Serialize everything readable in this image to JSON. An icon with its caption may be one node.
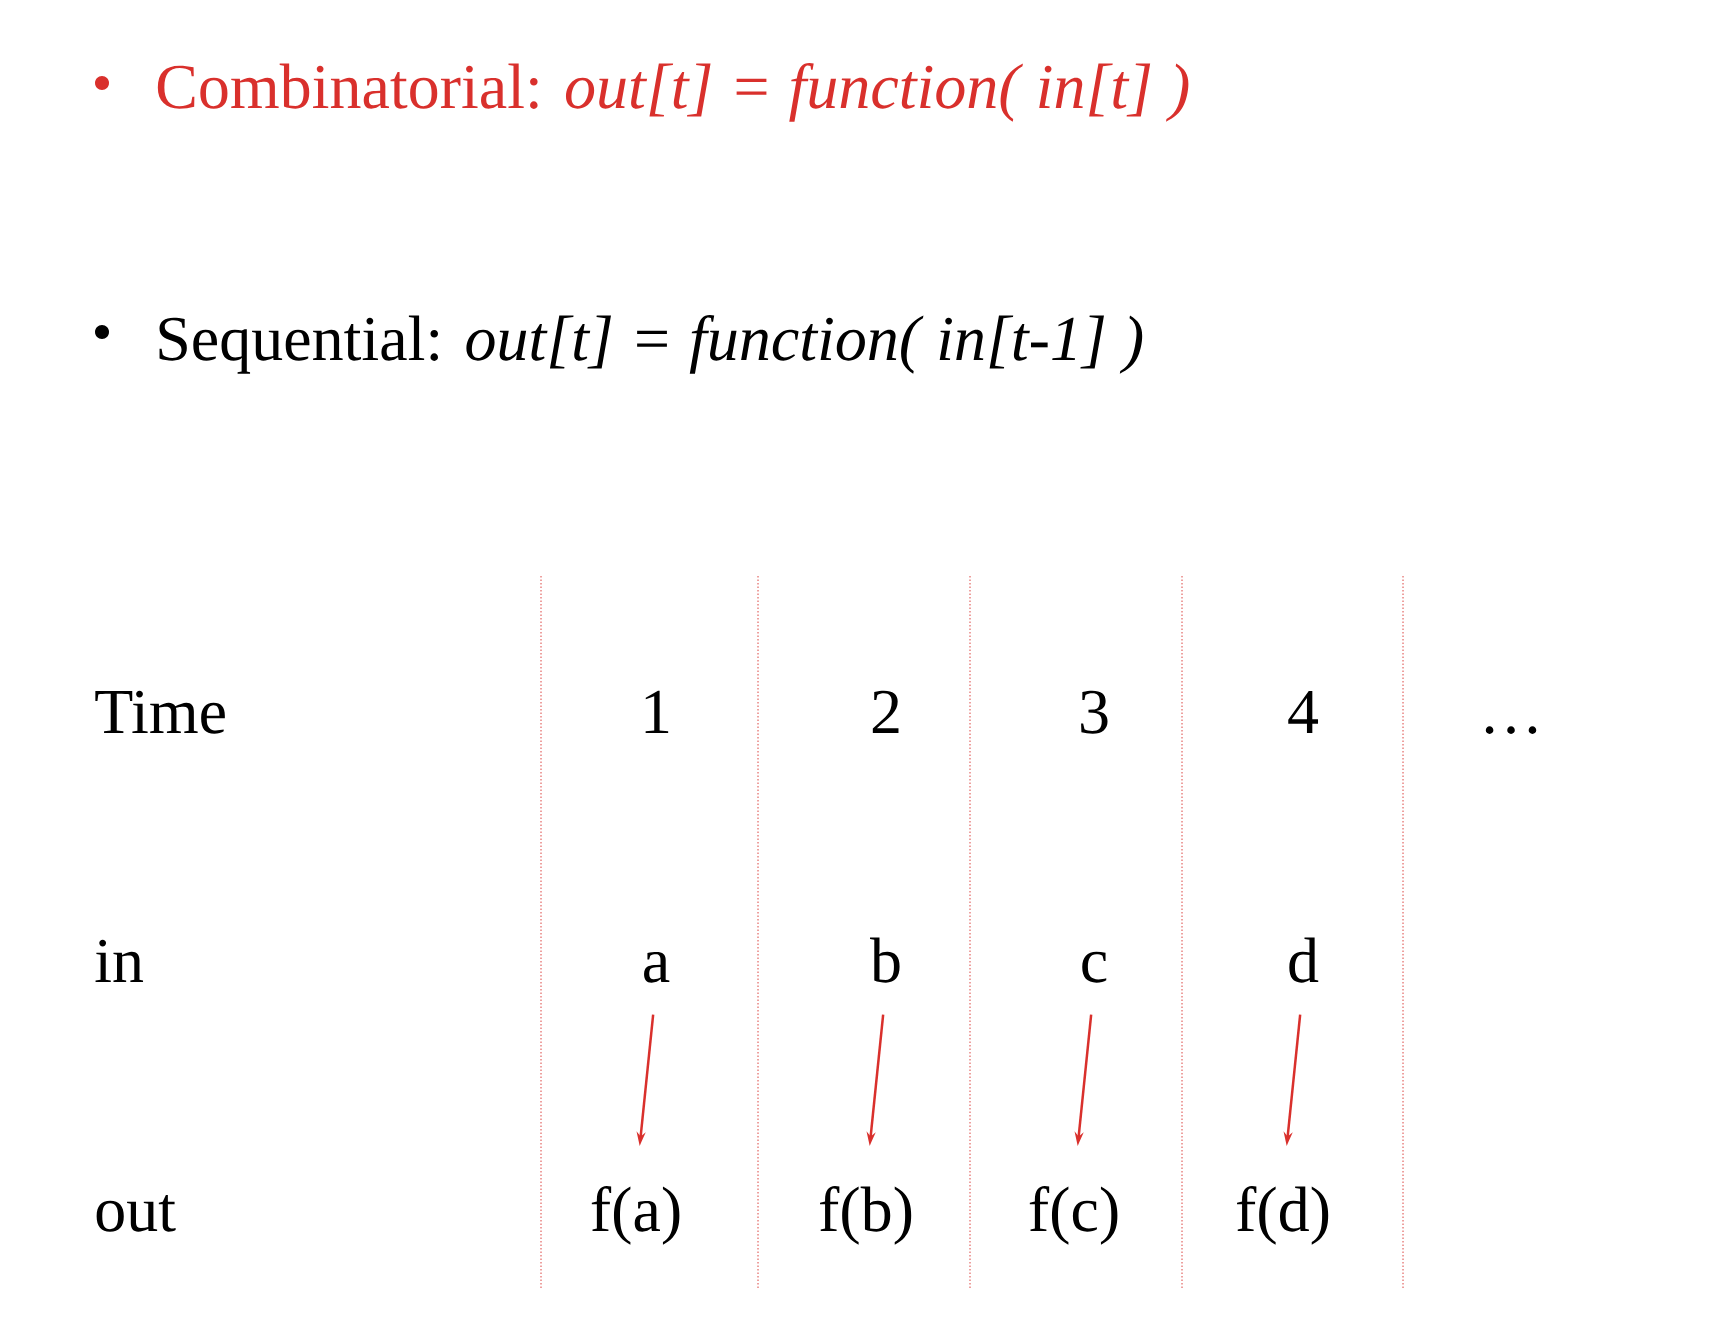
{
  "diagram": {
    "nodes": [
      {
        "text": [
          "a"
        ]
      },
      {
        "text": [
          "b"
        ]
      },
      {
        "text": [
          "c"
        ]
      },
      {
        "text": [
          "d"
        ]
      },
      {
        "text": [
          "f(a)"
        ]
      },
      {
        "text": [
          "f(b)"
        ]
      },
      {
        "text": [
          "f(c)"
        ]
      },
      {
        "text": [
          "f(d)"
        ]
      }
    ],
    "edges": [
      {
        "from": 0,
        "to": 4,
        "arrow": "to"
      },
      {
        "from": 1,
        "to": 5,
        "arrow": "to"
      },
      {
        "from": 2,
        "to": 6,
        "arrow": "to"
      },
      {
        "from": 3,
        "to": 7,
        "arrow": "to"
      }
    ],
    "labels": [
      "Combinatorial:  *out[t] = function( in[t] )*",
      "Sequential: *out[t] = function( in[t-1] )*",
      "Time",
      "1",
      "2",
      "3",
      "4",
      "…",
      "in",
      "out"
    ]
  }
}
